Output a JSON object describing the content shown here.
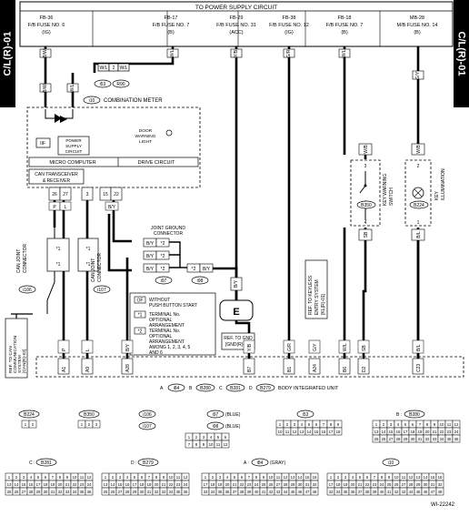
{
  "page_tag": "C/L(R)-01",
  "figure_id": "WI-22242",
  "power_header": "TO POWER SUPPLY CIRCUIT",
  "fuses": [
    {
      "name": "FB-36",
      "line": "F/B FUSE NO. 6",
      "mode": "(IG)",
      "wire": "B/W"
    },
    {
      "name": "FB-17",
      "line": "F/B FUSE NO. 7",
      "mode": "(B)",
      "wire": "W/L"
    },
    {
      "name": "FB-29",
      "line": "F/B FUSE NO. 31",
      "mode": "(ACC)",
      "wire": "Y/B"
    },
    {
      "name": "FB-38",
      "line": "F/B FUSE NO. 12",
      "mode": "(IG)",
      "wire": "G/R"
    },
    {
      "name": "FB-18",
      "line": "F/B FUSE NO. 7",
      "mode": "(B)",
      "wire": "W/L"
    },
    {
      "name": "MB-28",
      "line": "M/B FUSE NO. 14",
      "mode": "(B)",
      "wire": "G/Y"
    }
  ],
  "connectors_top": {
    "i53": "i53",
    "r90": "R90",
    "wl": "W/L",
    "wire_a": "W/L",
    "wire_b": "W/L",
    "pin": "2"
  },
  "meter": {
    "connector": "i10",
    "title": "COMBINATION METER",
    "iif": "IIF",
    "power_supply": [
      "POWER",
      "SUPPLY",
      "CIRCUIT"
    ],
    "door_light": [
      "DOOR",
      "WARNING",
      "LIGHT"
    ],
    "micro": "MICRO COMPUTER",
    "drive": "DRIVE CIRCUIT",
    "can": [
      "CAN TRANSCEIVER",
      "& RECEIVER"
    ],
    "pins": [
      "26",
      "27",
      "3",
      "15",
      "22"
    ],
    "wires_under": [
      "P",
      "L",
      "B/Y"
    ]
  },
  "can_joints": [
    {
      "id": "i106",
      "label": [
        "CAN JOINT",
        "CONNECTOR"
      ],
      "pins": [
        "*1",
        "*1"
      ]
    },
    {
      "id": "i107",
      "label": [
        "CAN JOINT",
        "CONNECTOR"
      ],
      "pins": [
        "*1",
        "*1"
      ]
    }
  ],
  "ground_joint": {
    "title": [
      "JOINT GROUND",
      "CONNECTOR"
    ],
    "rows": [
      "B/Y",
      "B/Y",
      "B/Y"
    ],
    "marks": [
      "*2",
      "*2",
      "*2"
    ],
    "i97": "i97",
    "i98": "i98",
    "out_mark": "*2",
    "out_wire": "B/Y"
  },
  "legend": [
    {
      "key": "OF",
      "text": [
        "WITHOUT",
        "PUSH BUTTON START"
      ]
    },
    {
      "key": "*1",
      "text": [
        "TERMINAL No.",
        "OPTIONAL",
        "ARRANGEMENT"
      ]
    },
    {
      "key": "*2",
      "text": [
        "TERMINAL No.",
        "OPTIONAL",
        "ARRANGEMENT",
        "AMONG 1, 2, 3, 4, 5",
        "AND 6"
      ]
    }
  ],
  "gnd_ref": [
    "REF. TO GND",
    "[GND(R)-06]"
  ],
  "gnd_wire": "B/Y",
  "gnd_mark": "E",
  "can_ref": [
    "REF. TO CAN",
    "COMMUNICATION",
    "SYSTEM",
    "[CAN(R)-02]"
  ],
  "keyless_ref": [
    "REF. TO KEYLESS",
    "ENTRY SYSTEM",
    "[KL(R)-01]"
  ],
  "key_warning": {
    "id": "B350",
    "label": [
      "KEY WARNING",
      "SWITCH"
    ],
    "wire_top": "W/B",
    "wire_bot": "SB",
    "pins": [
      "3",
      "4"
    ]
  },
  "key_illum": {
    "id": "B224",
    "label": [
      "KEY",
      "ILLUMINATION"
    ],
    "wire_top": "W/B",
    "wire_bot": "B/L",
    "pins": [
      "2",
      "1"
    ]
  },
  "body_unit": {
    "title": "BODY INTEGRATED UNIT",
    "pins": [
      "A1",
      "A9",
      "A28",
      "B7",
      "B1",
      "A24",
      "B6",
      "D2",
      "C23"
    ],
    "wires": [
      "P",
      "L",
      "B/Y",
      "Y/B",
      "G/R",
      "G/Y",
      "W/L",
      "SB",
      "B/L"
    ],
    "conns": [
      {
        "l": "A",
        "id": "i84"
      },
      {
        "l": "B",
        "id": "B280"
      },
      {
        "l": "C",
        "id": "B281"
      },
      {
        "l": "D",
        "id": "B279"
      }
    ]
  },
  "bottom": {
    "c1": "B224",
    "c2": "B350",
    "c3": "i106",
    "c4": "i107",
    "c5a": "i97",
    "c5b": "(BLUE)",
    "c6a": "i98",
    "c6b": "(BLUE)",
    "c7": "i53",
    "c8l": "B :",
    "c8": "B280",
    "c9l": "C :",
    "c9": "B281",
    "c10l": "D :",
    "c10": "B279",
    "c11l": "A :",
    "c11": "i84",
    "c11b": "(GRAY)",
    "c12": "i10"
  }
}
